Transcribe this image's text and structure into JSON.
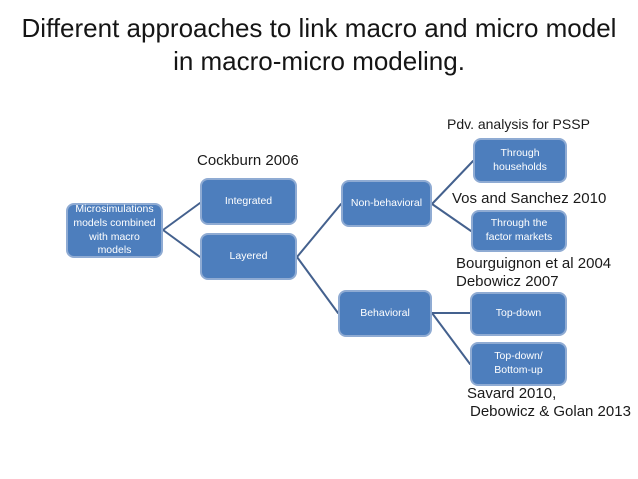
{
  "slide": {
    "title_line1": "Different approaches to link macro and micro model",
    "title_line2": "in macro-micro modeling."
  },
  "colors": {
    "background": "#ffffff",
    "node_fill": "#4d7ebd",
    "node_border": "#8fabd3",
    "node_text": "#ffffff",
    "connector_line": "#44618e",
    "annotation_text": "#1a1a1a",
    "title_text": "#151515"
  },
  "nodes": {
    "root": "Microsimulations models combined with macro models",
    "integrated": "Integrated",
    "layered": "Layered",
    "non_behavioral": "Non-behavioral",
    "through_households": "Through households",
    "through_factor_markets": "Through the factor markets",
    "behavioral": "Behavioral",
    "top_down": "Top-down",
    "top_down_bottom_up": "Top-down/ Bottom-up"
  },
  "annotations": {
    "cockburn": "Cockburn 2006",
    "pdv_pssp": "Pdv. analysis for PSSP",
    "vos_sanchez": "Vos and Sanchez 2010",
    "bourguignon": "Bourguignon et al 2004",
    "debowicz_2007": "Debowicz 2007",
    "savard": "Savard 2010,",
    "debowicz_golan": "Debowicz & Golan 2013"
  }
}
